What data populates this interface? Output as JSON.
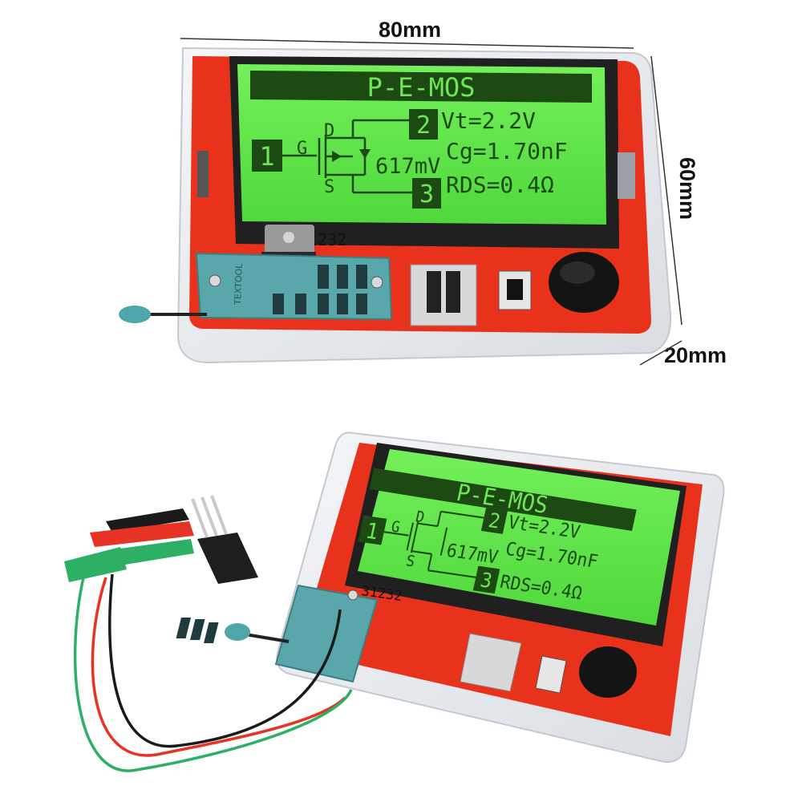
{
  "dimensions": {
    "width": "80mm",
    "height": "60mm",
    "depth": "20mm"
  },
  "lcd": {
    "title": "P-E-MOS",
    "pin1": "1",
    "pin2": "2",
    "pin3": "3",
    "label_d": "D",
    "label_g": "G",
    "label_s": "S",
    "vt": "Vt=2.2V",
    "cg": "Cg=1.70nF",
    "vf": "617mV",
    "rds": "RDS=0.4Ω"
  },
  "board_label": "31232",
  "socket_brand": "TEXTOOL",
  "colors": {
    "lcd_green": "#5ee84a",
    "board_red": "#e8321c",
    "socket_teal": "#5aa7ab",
    "lead_red": "#e63324",
    "lead_green": "#2db066",
    "lead_black": "#1a1a1a"
  }
}
